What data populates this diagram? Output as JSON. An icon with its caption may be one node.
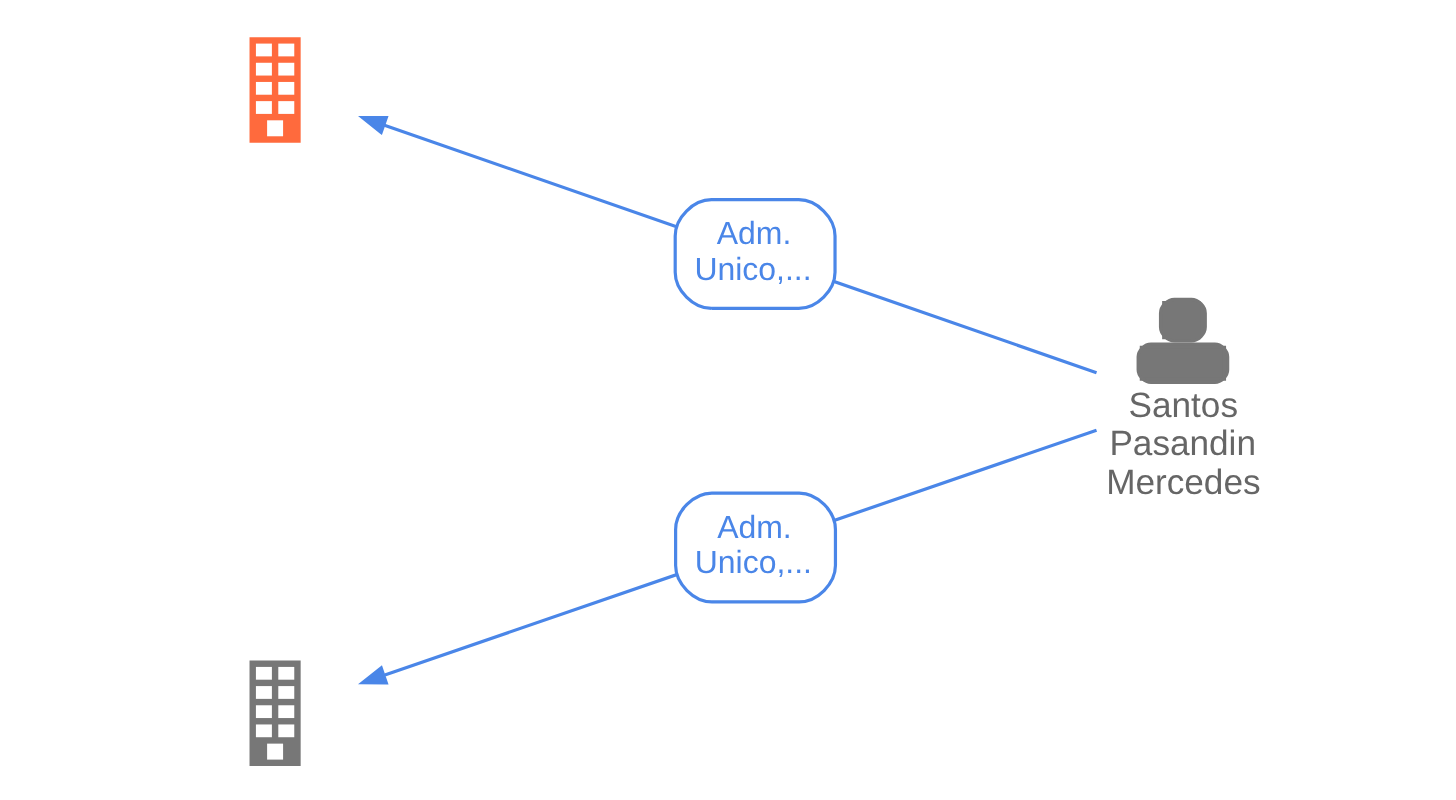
{
  "diagram": {
    "nodes": [
      {
        "text": [],
        "shape": "building"
      },
      {
        "text": [
          "Santos Pasandin Mercedes"
        ]
      },
      {
        "text": [],
        "shape": "building"
      }
    ],
    "edges": [
      {
        "from": 1,
        "to": 0,
        "arrow": "to",
        "label": "Adm. Unico,..."
      },
      {
        "from": 1,
        "to": 2,
        "arrow": "to",
        "label": "Adm. Unico,..."
      }
    ]
  }
}
